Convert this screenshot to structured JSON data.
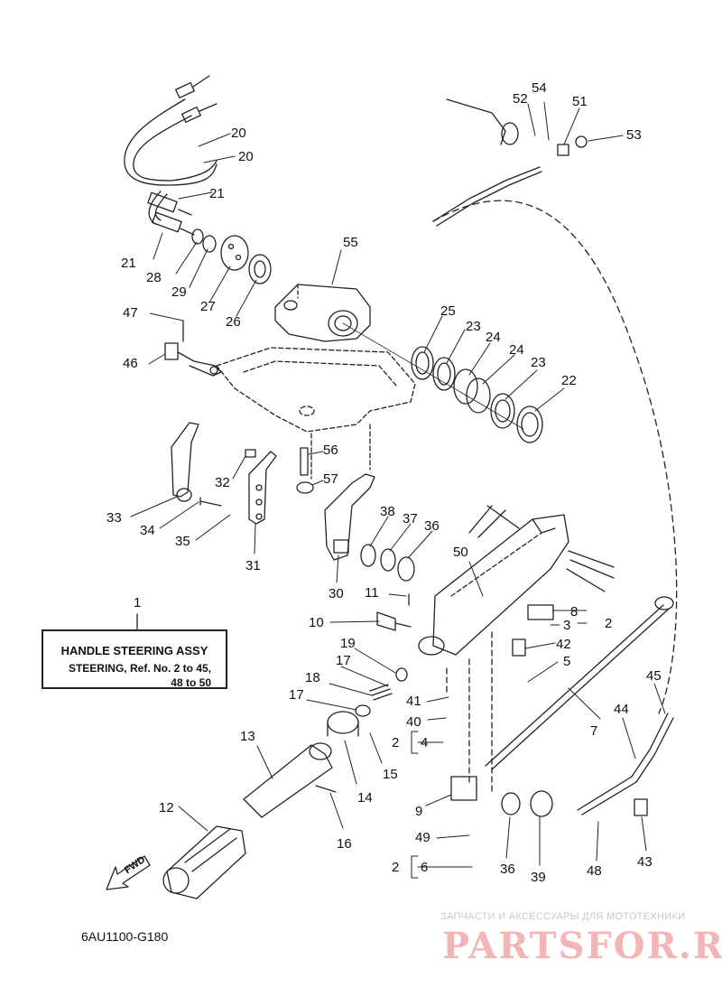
{
  "callouts": {
    "c1": "1",
    "c2a": "2",
    "c2b": "2",
    "c2c": "2",
    "c3": "3",
    "c4": "4",
    "c5": "5",
    "c6": "6",
    "c7": "7",
    "c8": "8",
    "c9": "9",
    "c10": "10",
    "c11": "11",
    "c12": "12",
    "c13": "13",
    "c14": "14",
    "c15": "15",
    "c16": "16",
    "c17a": "17",
    "c17b": "17",
    "c18": "18",
    "c19": "19",
    "c20a": "20",
    "c20b": "20",
    "c21a": "21",
    "c21b": "21",
    "c22": "22",
    "c23a": "23",
    "c23b": "23",
    "c24a": "24",
    "c24b": "24",
    "c25": "25",
    "c26": "26",
    "c27": "27",
    "c28": "28",
    "c29": "29",
    "c30": "30",
    "c31": "31",
    "c32": "32",
    "c33": "33",
    "c34": "34",
    "c35": "35",
    "c36a": "36",
    "c36b": "36",
    "c37": "37",
    "c38": "38",
    "c39": "39",
    "c40": "40",
    "c41": "41",
    "c42": "42",
    "c43": "43",
    "c44": "44",
    "c45": "45",
    "c46": "46",
    "c47": "47",
    "c48": "48",
    "c49": "49",
    "c50": "50",
    "c51": "51",
    "c52": "52",
    "c53": "53",
    "c54": "54",
    "c55": "55",
    "c56": "56",
    "c57": "57"
  },
  "info_box": {
    "title": "HANDLE STEERING ASSY",
    "line1": "STEERING,  Ref. No. 2 to 45,",
    "line2": "48  to  50"
  },
  "fwd": "FWD",
  "diagram_code": "6AU1100-G180",
  "watermark": {
    "tagline": "ЗАПЧАСТИ И АКСЕССУАРЫ ДЛЯ МОТОТЕХНИКИ",
    "brand": "PARTSFOR.RU"
  }
}
